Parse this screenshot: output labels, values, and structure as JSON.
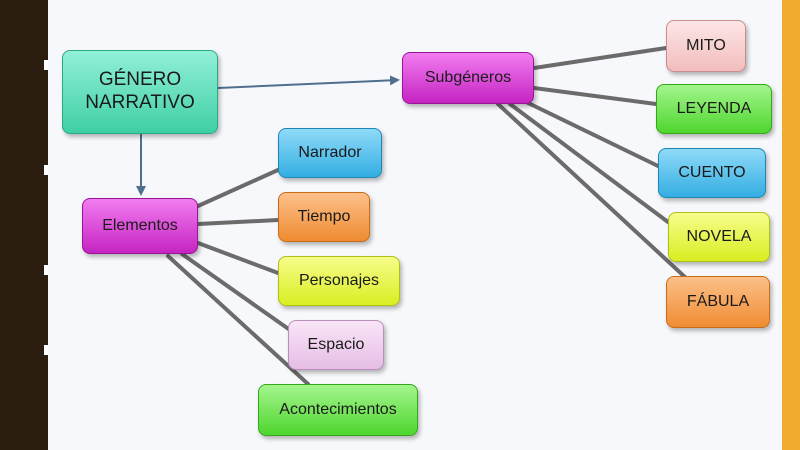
{
  "root": {
    "label": "GÉNERO\nNARRATIVO"
  },
  "elementos": {
    "label": "Elementos",
    "items": [
      "Narrador",
      "Tiempo",
      "Personajes",
      "Espacio",
      "Acontecimientos"
    ]
  },
  "subgeneros": {
    "label": "Subgéneros",
    "items": [
      "MITO",
      "LEYENDA",
      "CUENTO",
      "NOVELA",
      "FÁBULA"
    ]
  }
}
